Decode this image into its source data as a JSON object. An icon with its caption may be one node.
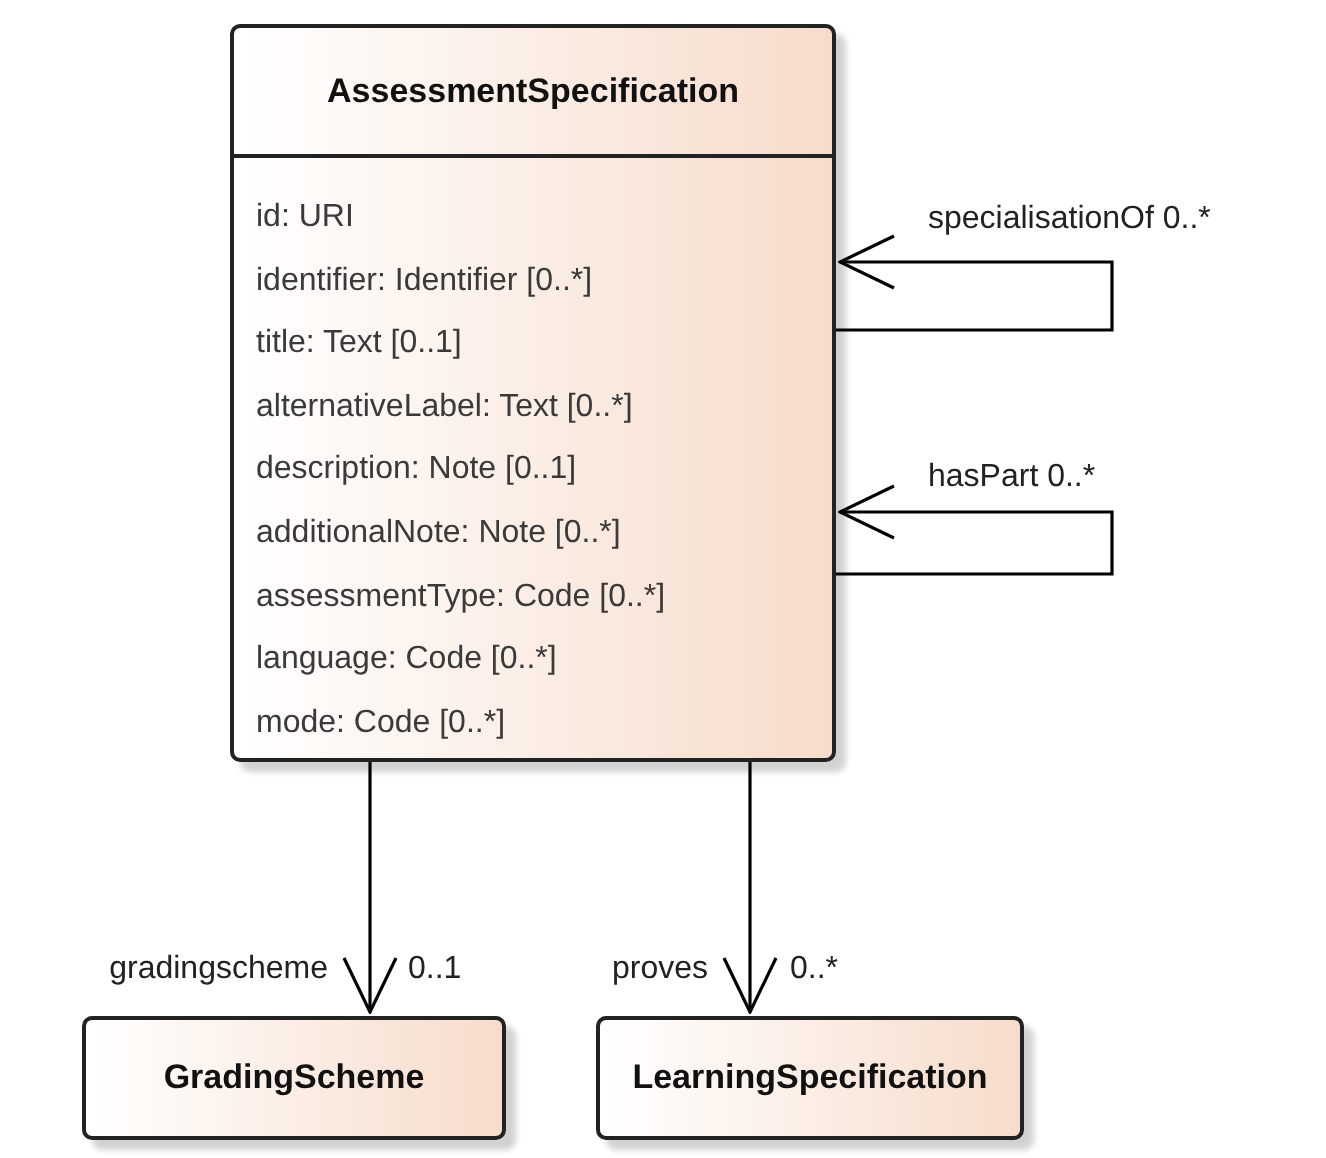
{
  "diagram": {
    "nodes": [
      {
        "text": [
          "AssessmentSpecification",
          "id: URI",
          "identifier: Identifier [0..*]",
          "title: Text [0..1]",
          "alternativeLabel: Text [0..*]",
          "description: Note [0..1]",
          "additionalNote: Note [0..*]",
          "assessmentType: Code [0..*]",
          "language: Code [0..*]",
          "mode: Code [0..*]"
        ]
      },
      {
        "text": [
          "GradingScheme"
        ]
      },
      {
        "text": [
          "LearningSpecification"
        ]
      }
    ],
    "edges": [
      {
        "from": 0,
        "to": 0,
        "arrow": "to",
        "label": "specialisationOf 0..*"
      },
      {
        "from": 0,
        "to": 0,
        "arrow": "to",
        "label": "hasPart 0..*"
      },
      {
        "from": 0,
        "to": 1,
        "arrow": "to",
        "label": "gradingscheme"
      },
      {
        "from": 0,
        "to": 2,
        "arrow": "to",
        "label": "proves"
      }
    ],
    "labels": [
      "0..1",
      "0..*"
    ]
  }
}
